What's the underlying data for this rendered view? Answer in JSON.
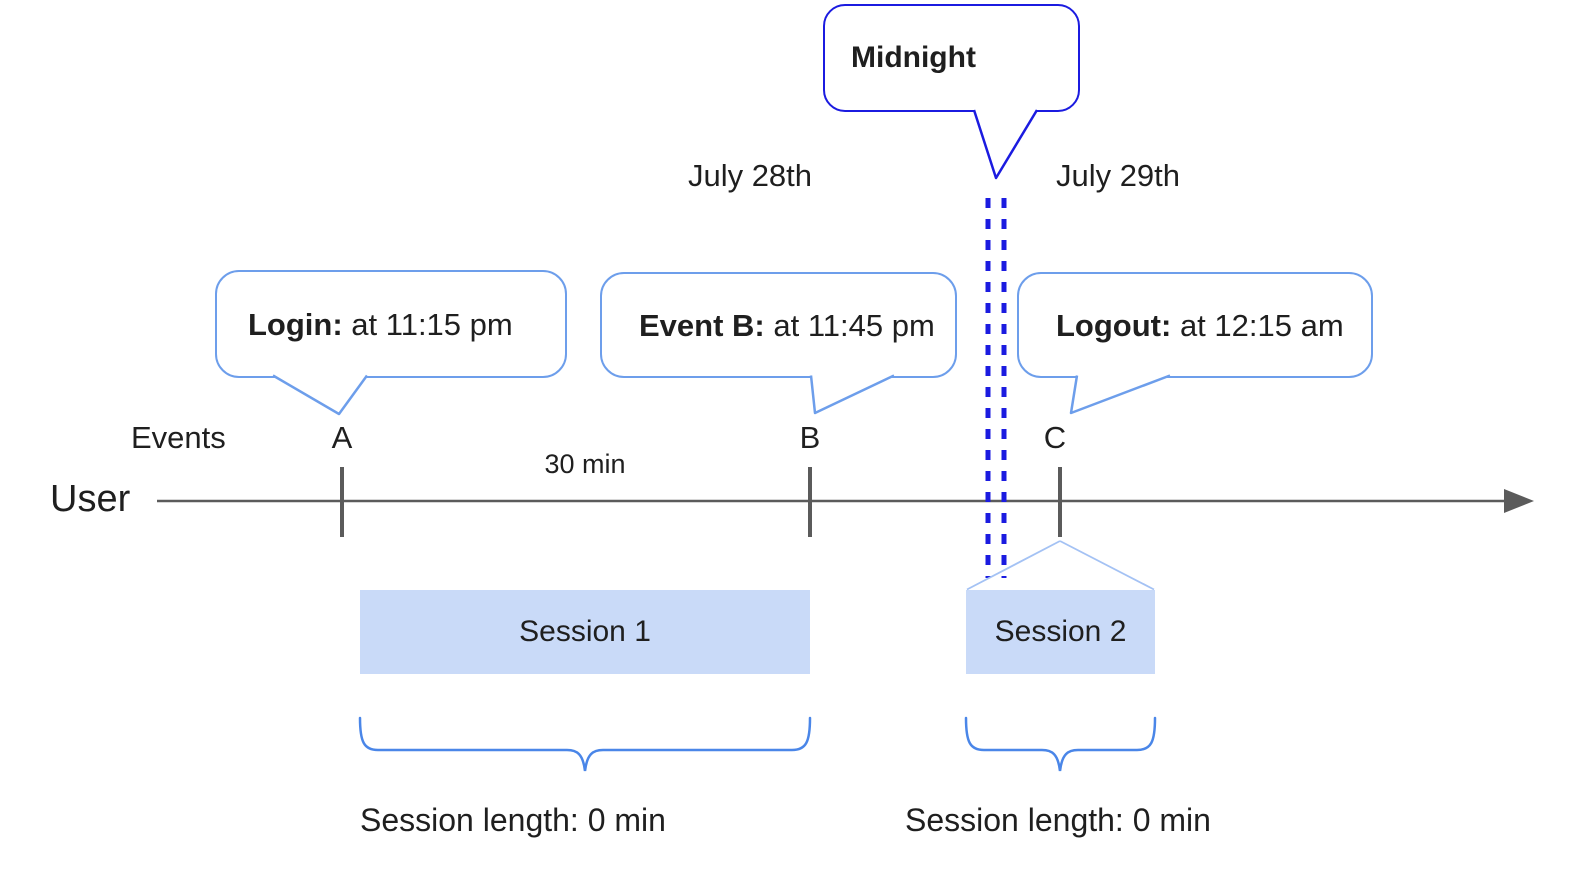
{
  "title_callout": {
    "label": "Midnight"
  },
  "dates": {
    "left": "July 28th",
    "right": "July 29th"
  },
  "event_callouts": [
    {
      "title": "Login:",
      "detail": " at 11:15 pm"
    },
    {
      "title": "Event B:",
      "detail": " at 11:45 pm"
    },
    {
      "title": "Logout:",
      "detail": " at 12:15 am"
    }
  ],
  "timeline": {
    "axis_label": "User",
    "events_label": "Events",
    "event_markers": [
      "A",
      "B",
      "C"
    ],
    "interval_label": "30 min"
  },
  "sessions": [
    {
      "label": "Session 1",
      "length_label": "Session length: 0 min"
    },
    {
      "label": "Session 2",
      "length_label": "Session length: 0 min"
    }
  ],
  "colors": {
    "midnight_line_blue": "#1b1be0",
    "callout_border_blue": "#6d9eeb",
    "brace_blue": "#4a86e8",
    "connector_light_blue": "#a4c2f4",
    "session_fill_blue": "#c9daf8",
    "timeline_gray": "#5b5b5b"
  }
}
